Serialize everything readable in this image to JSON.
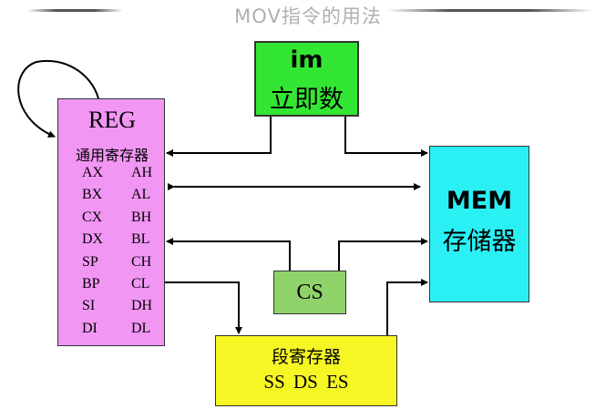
{
  "title": "MOV指令的用法",
  "reg": {
    "name": "REG",
    "subtitle": "通用寄存器",
    "rows": [
      {
        "left": "AX",
        "right": "AH"
      },
      {
        "left": "BX",
        "right": "AL"
      },
      {
        "left": "CX",
        "right": "BH"
      },
      {
        "left": "DX",
        "right": "BL"
      },
      {
        "left": "SP",
        "right": "CH"
      },
      {
        "left": "BP",
        "right": "CL"
      },
      {
        "left": "SI",
        "right": "DH"
      },
      {
        "left": "DI",
        "right": "DL"
      }
    ],
    "color": "#f296f4"
  },
  "im": {
    "name": "im",
    "subtitle": "立即数",
    "color": "#33e633"
  },
  "mem": {
    "name": "MEM",
    "subtitle": "存储器",
    "color": "#2af0f4"
  },
  "cs": {
    "name": "CS",
    "color": "#8fd26a"
  },
  "seg": {
    "name": "段寄存器",
    "list": "SS DS ES",
    "color": "#f6f624"
  }
}
